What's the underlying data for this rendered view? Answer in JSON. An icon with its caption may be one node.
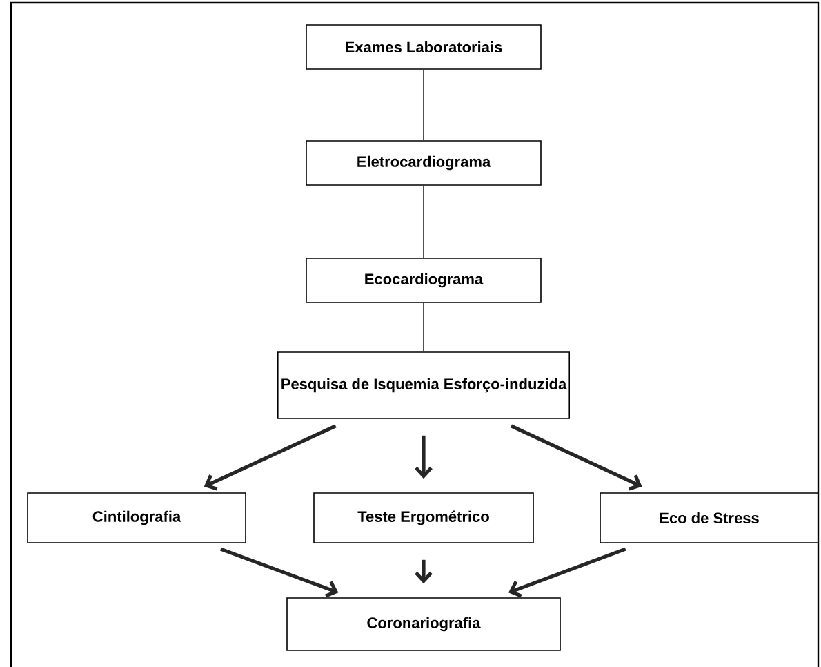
{
  "diagram": {
    "nodes": [
      {
        "text": [
          "Exames Laboratoriais"
        ]
      },
      {
        "text": [
          "Eletrocardiograma"
        ]
      },
      {
        "text": [
          "Ecocardiograma"
        ]
      },
      {
        "text": [
          "Pesquisa de Isquemia Esforço-induzida"
        ]
      },
      {
        "text": [
          "Cintilografia"
        ]
      },
      {
        "text": [
          "Teste Ergométrico"
        ]
      },
      {
        "text": [
          "Eco de Stress"
        ]
      },
      {
        "text": [
          "Coronariografia"
        ]
      }
    ],
    "edges": [
      {
        "from": 0,
        "to": 1,
        "arrow": "none"
      },
      {
        "from": 1,
        "to": 2,
        "arrow": "none"
      },
      {
        "from": 2,
        "to": 3,
        "arrow": "none"
      },
      {
        "from": 3,
        "to": 4,
        "arrow": "to"
      },
      {
        "from": 3,
        "to": 5,
        "arrow": "to"
      },
      {
        "from": 3,
        "to": 6,
        "arrow": "to"
      },
      {
        "from": 4,
        "to": 7,
        "arrow": "to"
      },
      {
        "from": 5,
        "to": 7,
        "arrow": "to"
      },
      {
        "from": 6,
        "to": 7,
        "arrow": "to"
      }
    ]
  }
}
